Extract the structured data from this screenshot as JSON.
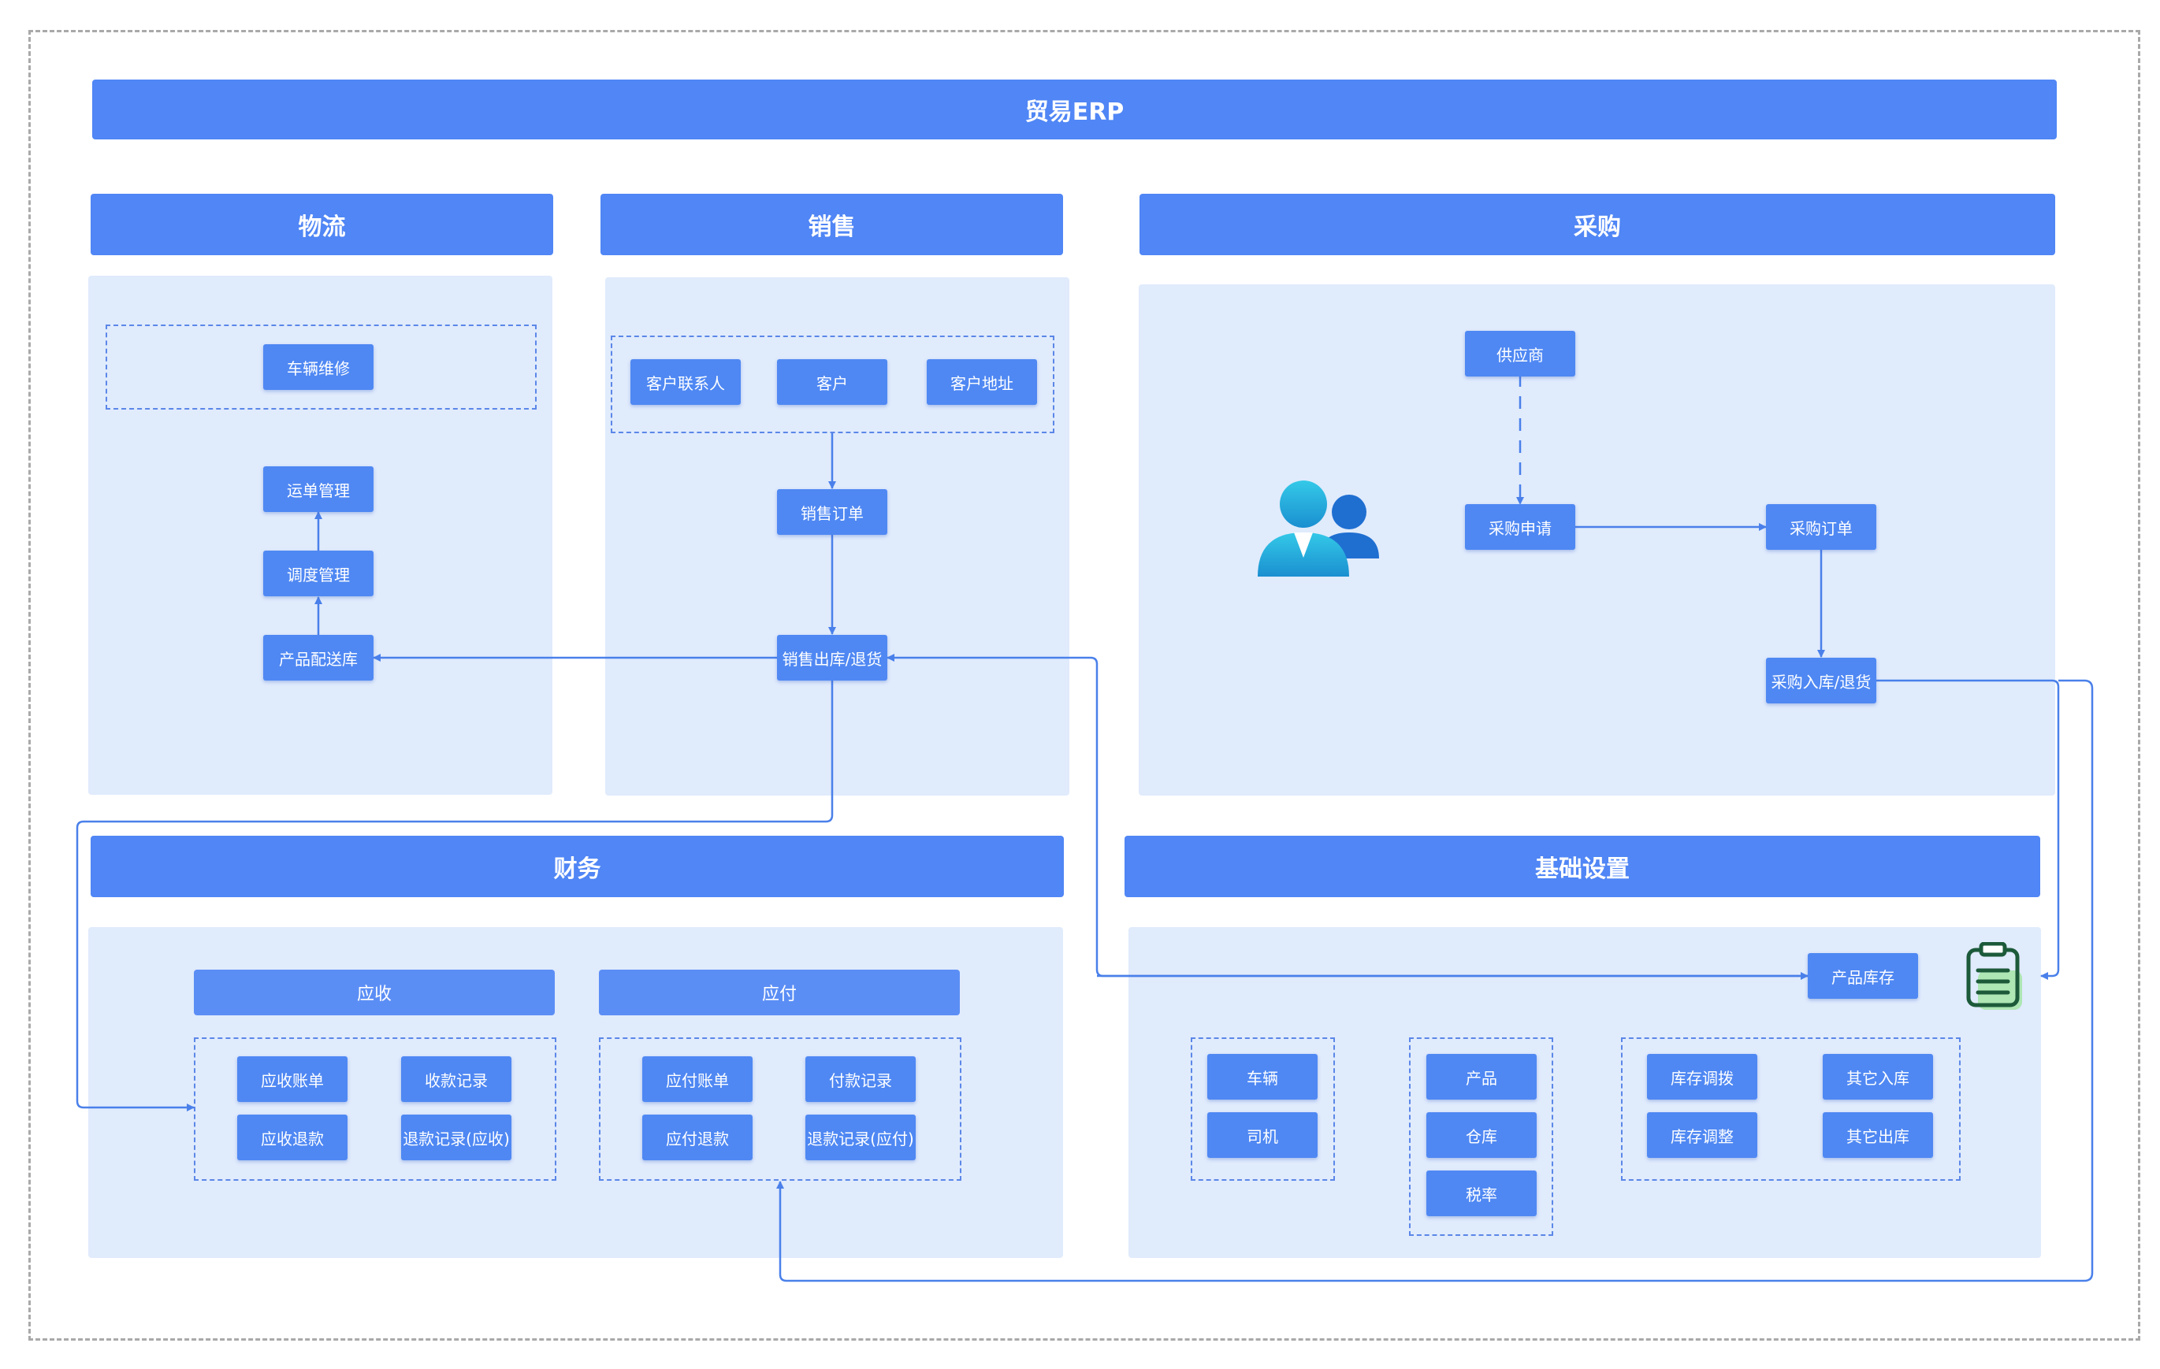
{
  "title": "贸易ERP",
  "modules": {
    "logistics": "物流",
    "sales": "销售",
    "purchase": "采购",
    "finance": "财务",
    "basic": "基础设置"
  },
  "logistics": {
    "vehicle_repair": "车辆维修",
    "waybill": "运单管理",
    "dispatch": "调度管理",
    "delivery_store": "产品配送库"
  },
  "sales": {
    "customer_contact": "客户联系人",
    "customer": "客户",
    "customer_address": "客户地址",
    "sales_order": "销售订单",
    "sales_out_return": "销售出库/退货"
  },
  "purchase": {
    "supplier": "供应商",
    "purchase_request": "采购申请",
    "purchase_order": "采购订单",
    "purchase_in_return": "采购入库/退货",
    "users_icon": "users-icon"
  },
  "finance": {
    "receivable": "应收",
    "payable": "应付",
    "recv_bill": "应收账单",
    "collect_record": "收款记录",
    "recv_refund": "应收退款",
    "refund_record_recv": "退款记录(应收)",
    "pay_bill": "应付账单",
    "payment_record": "付款记录",
    "pay_refund": "应付退款",
    "refund_record_pay": "退款记录(应付)"
  },
  "basic": {
    "product_stock": "产品库存",
    "vehicle": "车辆",
    "driver": "司机",
    "product": "产品",
    "warehouse": "仓库",
    "tax_rate": "税率",
    "stock_transfer": "库存调拨",
    "stock_adjust": "库存调整",
    "other_in": "其它入库",
    "other_out": "其它出库",
    "clipboard_icon": "clipboard-icon"
  },
  "colors": {
    "header": "#5086f5",
    "panel": "#e0ebfc",
    "node": "#4f88f3",
    "line": "#4a80ea",
    "clipboard": "#1c5a3a"
  }
}
